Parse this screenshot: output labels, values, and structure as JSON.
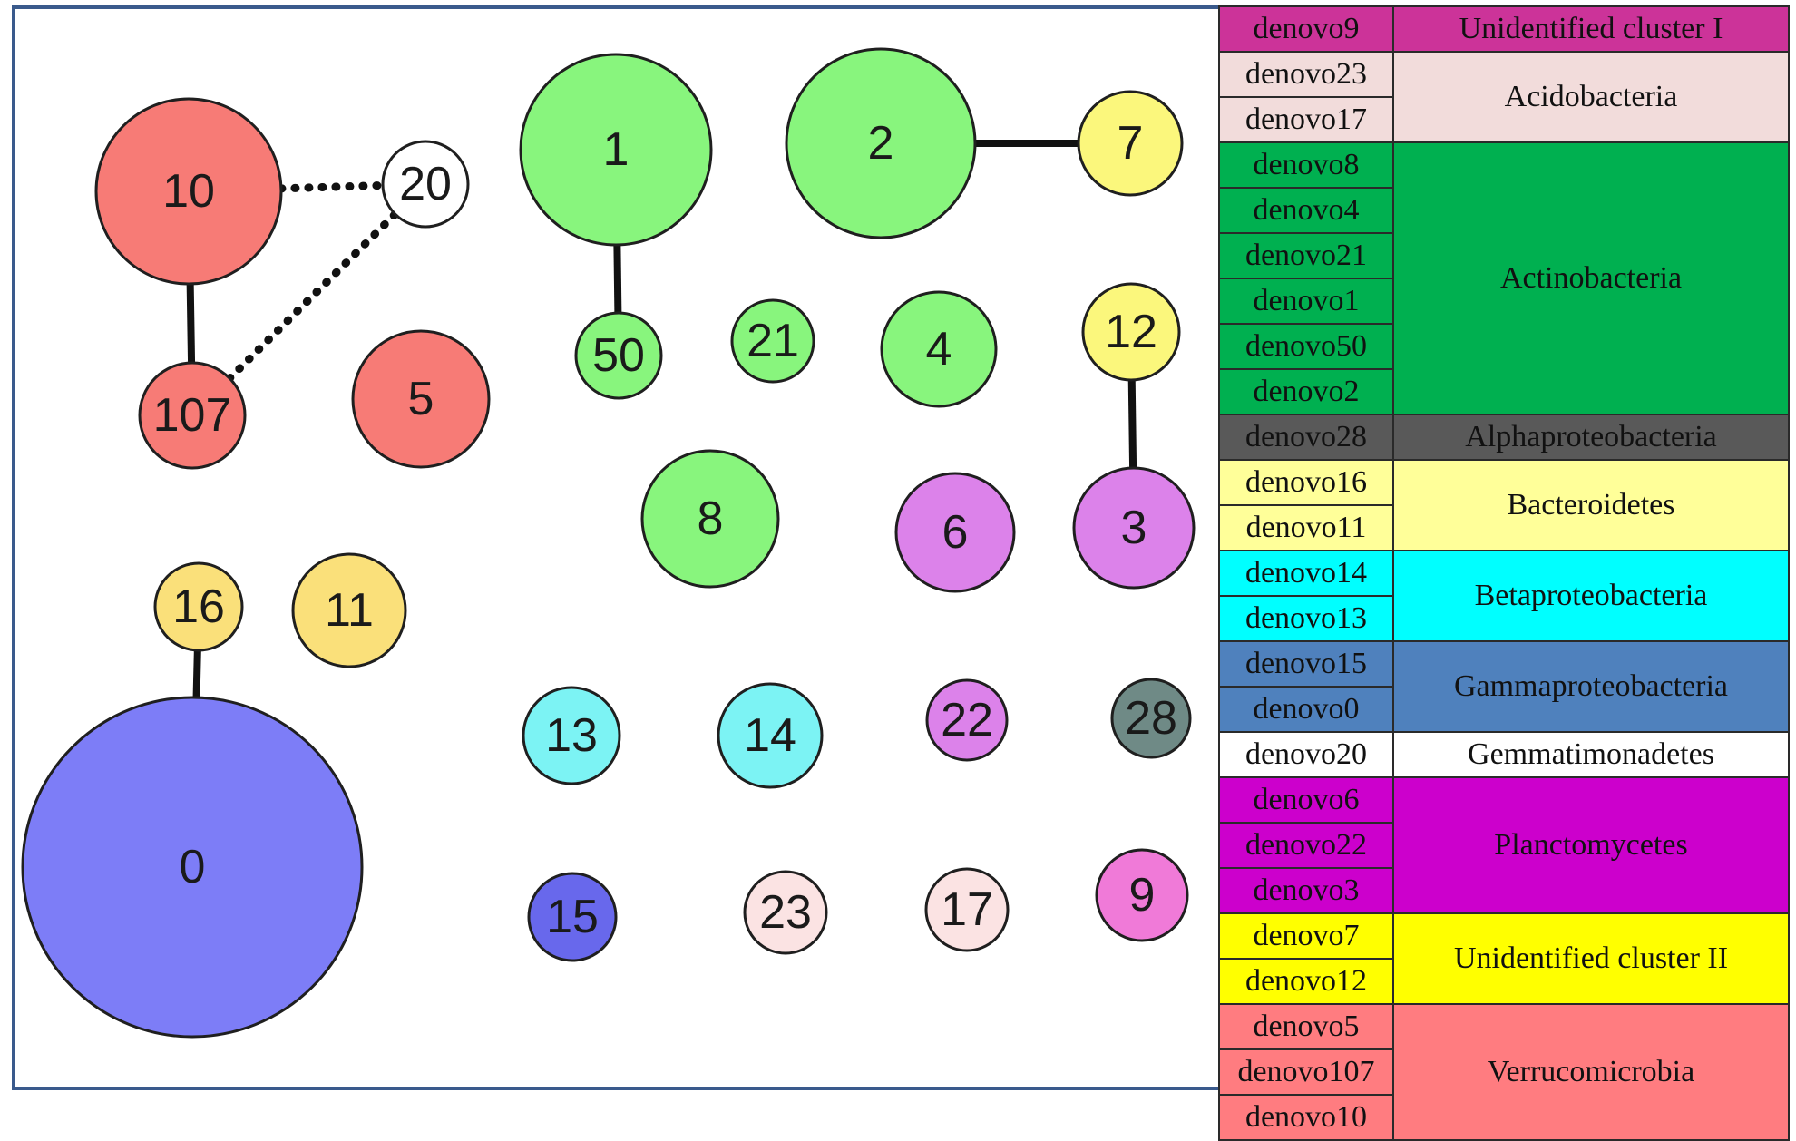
{
  "network": {
    "nodes": [
      {
        "label": "10",
        "color": "#f77b76"
      },
      {
        "label": "20",
        "color": "#ffffff"
      },
      {
        "label": "107",
        "color": "#f77b76"
      },
      {
        "label": "5",
        "color": "#f77b76"
      },
      {
        "label": "1",
        "color": "#88f57d"
      },
      {
        "label": "50",
        "color": "#88f57d"
      },
      {
        "label": "2",
        "color": "#88f57d"
      },
      {
        "label": "7",
        "color": "#fbf77c"
      },
      {
        "label": "21",
        "color": "#88f57d"
      },
      {
        "label": "4",
        "color": "#88f57d"
      },
      {
        "label": "12",
        "color": "#fbf77c"
      },
      {
        "label": "8",
        "color": "#88f57d"
      },
      {
        "label": "6",
        "color": "#dc82ea"
      },
      {
        "label": "3",
        "color": "#dc82ea"
      },
      {
        "label": "16",
        "color": "#fae07a"
      },
      {
        "label": "11",
        "color": "#fae07a"
      },
      {
        "label": "0",
        "color": "#7d7df7"
      },
      {
        "label": "13",
        "color": "#7cf3f4"
      },
      {
        "label": "14",
        "color": "#7cf3f4"
      },
      {
        "label": "22",
        "color": "#dc82ea"
      },
      {
        "label": "28",
        "color": "#6f8a86"
      },
      {
        "label": "15",
        "color": "#6868ec"
      },
      {
        "label": "23",
        "color": "#fbe3e3"
      },
      {
        "label": "17",
        "color": "#fbe3e3"
      },
      {
        "label": "9",
        "color": "#f07ad8"
      }
    ],
    "edges": [
      {
        "source": "10",
        "target": "20",
        "style": "dotted"
      },
      {
        "source": "107",
        "target": "20",
        "style": "dotted"
      },
      {
        "source": "10",
        "target": "107",
        "style": "solid"
      },
      {
        "source": "1",
        "target": "50",
        "style": "solid"
      },
      {
        "source": "2",
        "target": "7",
        "style": "solid"
      },
      {
        "source": "12",
        "target": "3",
        "style": "solid"
      },
      {
        "source": "16",
        "target": "0",
        "style": "solid"
      }
    ]
  },
  "legend": [
    {
      "name": "Unidentified  cluster I",
      "color": "#cc3399",
      "otus": [
        "denovo9"
      ]
    },
    {
      "name": "Acidobacteria",
      "color": "#f2dcdb",
      "otus": [
        "denovo23",
        "denovo17"
      ]
    },
    {
      "name": "Actinobacteria",
      "color": "#00b050",
      "otus": [
        "denovo8",
        "denovo4",
        "denovo21",
        "denovo1",
        "denovo50",
        "denovo2"
      ]
    },
    {
      "name": "Alphaproteobacteria",
      "color": "#595959",
      "otus": [
        "denovo28"
      ]
    },
    {
      "name": "Bacteroidetes",
      "color": "#ffff99",
      "otus": [
        "denovo16",
        "denovo11"
      ]
    },
    {
      "name": "Betaproteobacteria",
      "color": "#00ffff",
      "otus": [
        "denovo14",
        "denovo13"
      ]
    },
    {
      "name": "Gammaproteobacteria",
      "color": "#4f81bd",
      "otus": [
        "denovo15",
        "denovo0"
      ]
    },
    {
      "name": "Gemmatimonadetes",
      "color": "#ffffff",
      "otus": [
        "denovo20"
      ]
    },
    {
      "name": "Planctomycetes",
      "color": "#cc00cc",
      "otus": [
        "denovo6",
        "denovo22",
        "denovo3"
      ]
    },
    {
      "name": "Unidentified  cluster II",
      "color": "#ffff00",
      "otus": [
        "denovo7",
        "denovo12"
      ]
    },
    {
      "name": "Verrucomicrobia",
      "color": "#ff7c80",
      "otus": [
        "denovo5",
        "denovo107",
        "denovo10"
      ]
    }
  ]
}
